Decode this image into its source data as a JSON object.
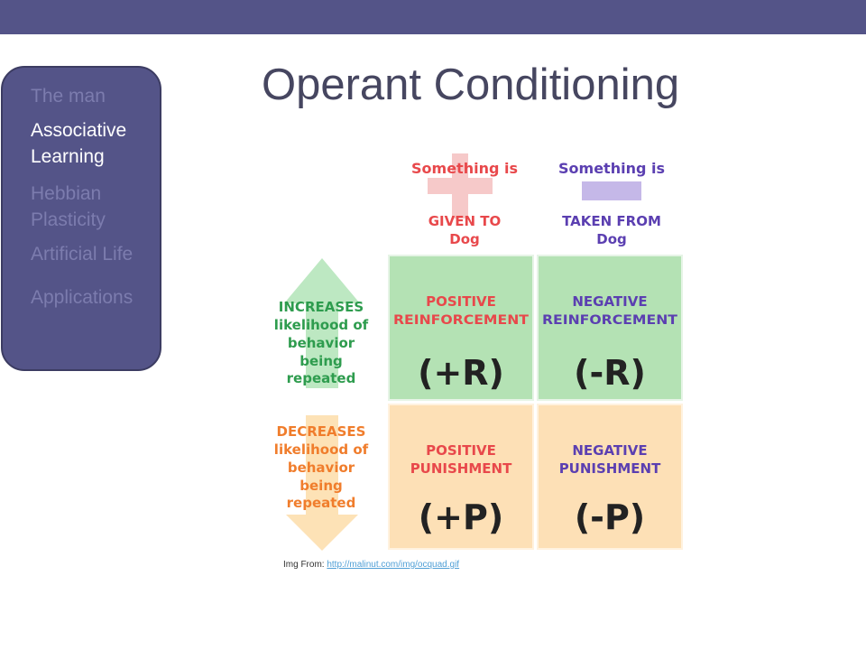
{
  "slide": {
    "title": "Operant Conditioning",
    "colors": {
      "bar": "#545488",
      "nav_text": "#7c7cae",
      "nav_active": "#ffffff"
    }
  },
  "nav": {
    "items": [
      {
        "label": "The man",
        "active": false
      },
      {
        "label": "Associative Learning",
        "active": true
      },
      {
        "label": "Hebbian Plasticity",
        "active": false
      },
      {
        "label": "Artificial Life",
        "active": false
      },
      {
        "label": "Applications",
        "active": false
      }
    ]
  },
  "diagram": {
    "given_header": [
      "Something is",
      "GIVEN TO",
      "Dog"
    ],
    "taken_header": [
      "Something is",
      "TAKEN FROM",
      "Dog"
    ],
    "increases": [
      "INCREASES",
      "likelihood of",
      "behavior",
      "being",
      "repeated"
    ],
    "decreases": [
      "DECREASES",
      "likelihood of",
      "behavior",
      "being",
      "repeated"
    ],
    "cells": {
      "pos_reinf": {
        "lines": [
          "POSITIVE",
          "REINFORCEMENT"
        ],
        "code": "(+R)"
      },
      "neg_reinf": {
        "lines": [
          "NEGATIVE",
          "REINFORCEMENT"
        ],
        "code": "(-R)"
      },
      "pos_pun": {
        "lines": [
          "POSITIVE",
          "PUNISHMENT"
        ],
        "code": "(+P)"
      },
      "neg_pun": {
        "lines": [
          "NEGATIVE",
          "PUNISHMENT"
        ],
        "code": "(-P)"
      }
    },
    "colors": {
      "red": "#e8484b",
      "purple": "#5b3fb1",
      "green": "#2e9c4e",
      "orange": "#f07d2c",
      "green_cell": "#b4e2b4",
      "orange_cell": "#fde0b6"
    }
  },
  "caption": {
    "prefix": "Img From: ",
    "link": "http://malinut.com/img/ocquad.gif"
  }
}
